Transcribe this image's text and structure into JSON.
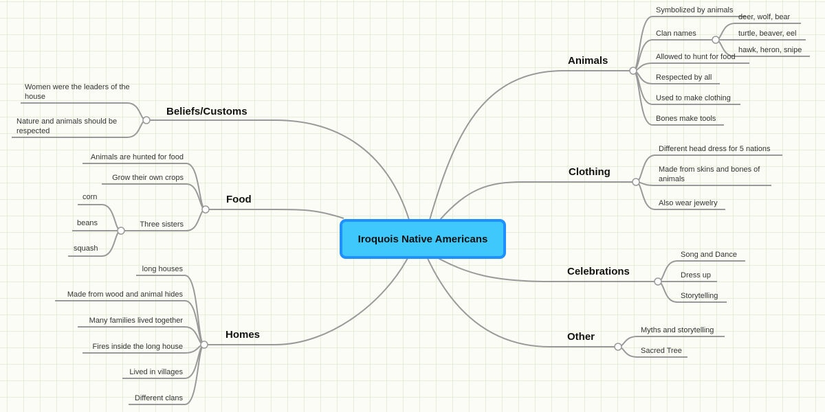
{
  "center": {
    "title": "Iroquois Native Americans"
  },
  "branches": {
    "animals": {
      "label": "Animals",
      "children": [
        "Symbolized by animals",
        "Clan names",
        "Allowed to hunt for food",
        "Respected by all",
        "Used to make clothing",
        "Bones make tools"
      ],
      "clan_names": [
        "deer, wolf, bear",
        "turtle, beaver, eel",
        "hawk, heron, snipe"
      ]
    },
    "clothing": {
      "label": "Clothing",
      "children": [
        "Different head dress for 5 nations",
        "Made from skins and bones of animals",
        "Also wear jewelry"
      ]
    },
    "celebrations": {
      "label": "Celebrations",
      "children": [
        "Song and Dance",
        "Dress up",
        "Storytelling"
      ]
    },
    "other": {
      "label": "Other",
      "children": [
        "Myths and storytelling",
        "Sacred Tree"
      ]
    },
    "beliefs": {
      "label": "Beliefs/Customs",
      "children": [
        "Women were the leaders of the house",
        "Nature and animals should be respected"
      ]
    },
    "food": {
      "label": "Food",
      "children": [
        "Animals are hunted for food",
        "Grow their own crops",
        "Three sisters"
      ],
      "three_sisters": [
        "corn",
        "beans",
        "squash"
      ]
    },
    "homes": {
      "label": "Homes",
      "children": [
        "long houses",
        "Made from wood and animal hides",
        "Many families lived together",
        "Fires inside the long house",
        "Lived in villages",
        "Different clans"
      ]
    }
  }
}
